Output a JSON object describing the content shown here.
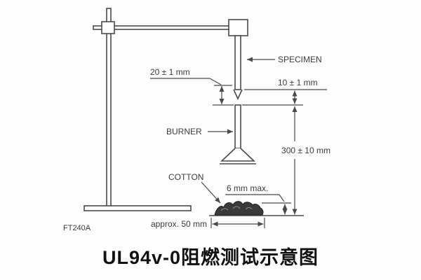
{
  "caption": "UL94v-0阻燃测试示意图",
  "figure": {
    "code": "FT240A",
    "labels": {
      "specimen": "SPECIMEN",
      "burner": "BURNER",
      "cotton": "COTTON"
    },
    "dimensions": {
      "flame_height": "20 ± 1 mm",
      "burner_gap": "10 ± 1 mm",
      "drop_height": "300 ± 10 mm",
      "cotton_thickness": "6 mm max.",
      "cotton_width": "approx. 50 mm"
    },
    "colors": {
      "line": "#4a4a4a",
      "text": "#3c3c3c",
      "cotton_fill": "#3a3a3a",
      "background": "#fdfdfd",
      "caption_text": "#111111"
    }
  }
}
